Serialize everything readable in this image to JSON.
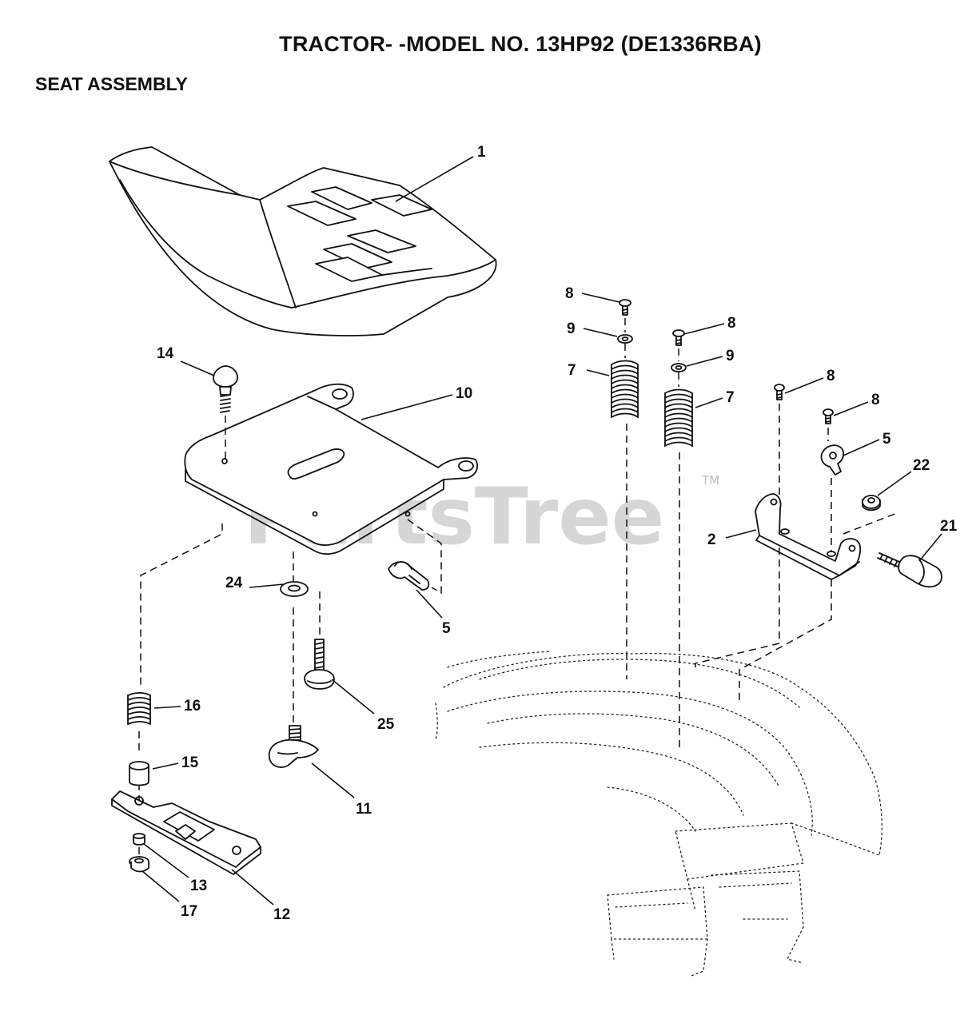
{
  "header": {
    "title": "TRACTOR- -MODEL NO. 13HP92 (DE1336RBA)",
    "subtitle": "SEAT ASSEMBLY"
  },
  "watermark": {
    "text": "PartsTree",
    "trademark": "TM"
  },
  "callouts": {
    "c1": "1",
    "c2": "2",
    "c5a": "5",
    "c5b": "5",
    "c7a": "7",
    "c7b": "7",
    "c8a": "8",
    "c8b": "8",
    "c8c": "8",
    "c8d": "8",
    "c9a": "9",
    "c9b": "9",
    "c10": "10",
    "c11": "11",
    "c12": "12",
    "c13": "13",
    "c14": "14",
    "c15": "15",
    "c16": "16",
    "c17": "17",
    "c21": "21",
    "c22": "22",
    "c24": "24",
    "c25": "25"
  }
}
